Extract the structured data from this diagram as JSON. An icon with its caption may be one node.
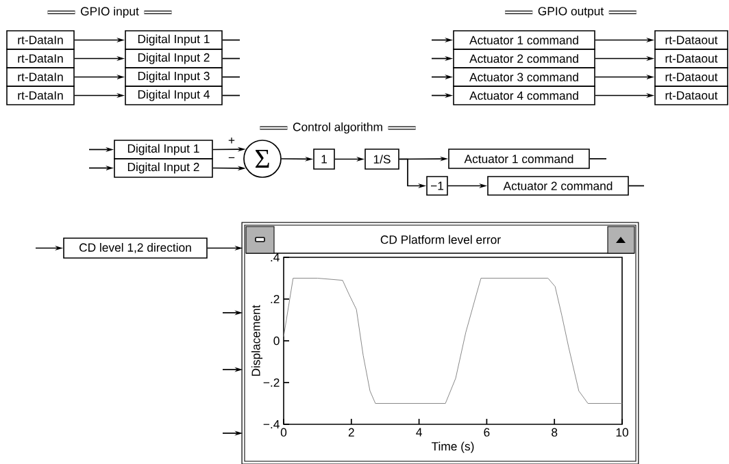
{
  "diagram": {
    "nodes": [
      {
        "text": [
          "rt-DataIn"
        ]
      },
      {
        "text": [
          "rt-DataIn"
        ]
      },
      {
        "text": [
          "rt-DataIn"
        ]
      },
      {
        "text": [
          "rt-DataIn"
        ]
      },
      {
        "text": [
          "Digital Input 1"
        ]
      },
      {
        "text": [
          "Digital Input 2"
        ]
      },
      {
        "text": [
          "Digital Input 3"
        ]
      },
      {
        "text": [
          "Digital Input 4"
        ]
      },
      {
        "text": [
          "Actuator 1 command"
        ]
      },
      {
        "text": [
          "Actuator 2 command"
        ]
      },
      {
        "text": [
          "Actuator 3 command"
        ]
      },
      {
        "text": [
          "Actuator 4 command"
        ]
      },
      {
        "text": [
          "rt-Dataout"
        ]
      },
      {
        "text": [
          "rt-Dataout"
        ]
      },
      {
        "text": [
          "rt-Dataout"
        ]
      },
      {
        "text": [
          "rt-Dataout"
        ]
      },
      {
        "text": [
          "Digital Input 1"
        ]
      },
      {
        "text": [
          "Digital Input 2"
        ]
      },
      {
        "text": [
          "Σ"
        ]
      },
      {
        "text": [
          "1"
        ]
      },
      {
        "text": [
          "1/S"
        ]
      },
      {
        "text": [
          "Actuator 1 command"
        ]
      },
      {
        "text": [
          "−1"
        ]
      },
      {
        "text": [
          "Actuator 2 command"
        ]
      },
      {
        "text": [
          "CD level 1,2 direction"
        ]
      },
      {
        "text": [
          "CD Platform level error"
        ]
      }
    ],
    "edges": [
      {
        "from": 0,
        "to": 4,
        "arrow": "to"
      },
      {
        "from": 1,
        "to": 5,
        "arrow": "to"
      },
      {
        "from": 2,
        "to": 6,
        "arrow": "to"
      },
      {
        "from": 3,
        "to": 7,
        "arrow": "to"
      },
      {
        "from": 4,
        "to": null,
        "arrow": "none"
      },
      {
        "from": 5,
        "to": null,
        "arrow": "none"
      },
      {
        "from": 6,
        "to": null,
        "arrow": "none"
      },
      {
        "from": 7,
        "to": null,
        "arrow": "none"
      },
      {
        "from": null,
        "to": 8,
        "arrow": "to"
      },
      {
        "from": null,
        "to": 9,
        "arrow": "to"
      },
      {
        "from": null,
        "to": 10,
        "arrow": "to"
      },
      {
        "from": null,
        "to": 11,
        "arrow": "to"
      },
      {
        "from": 8,
        "to": 12,
        "arrow": "to"
      },
      {
        "from": 9,
        "to": 13,
        "arrow": "to"
      },
      {
        "from": 10,
        "to": 14,
        "arrow": "to"
      },
      {
        "from": 11,
        "to": 15,
        "arrow": "to"
      },
      {
        "from": null,
        "to": 16,
        "arrow": "to"
      },
      {
        "from": null,
        "to": 17,
        "arrow": "to"
      },
      {
        "from": 16,
        "to": 18,
        "arrow": "to",
        "label": "+"
      },
      {
        "from": 17,
        "to": 18,
        "arrow": "to",
        "label": "−"
      },
      {
        "from": 18,
        "to": 19,
        "arrow": "to"
      },
      {
        "from": 19,
        "to": 20,
        "arrow": "to"
      },
      {
        "from": 20,
        "to": 21,
        "arrow": "to"
      },
      {
        "from": 20,
        "to": 22,
        "arrow": "to"
      },
      {
        "from": 22,
        "to": 23,
        "arrow": "to"
      },
      {
        "from": 21,
        "to": null,
        "arrow": "none"
      },
      {
        "from": 23,
        "to": null,
        "arrow": "none"
      },
      {
        "from": null,
        "to": 24,
        "arrow": "to"
      },
      {
        "from": 24,
        "to": 25,
        "arrow": "to"
      },
      {
        "from": null,
        "to": 25,
        "arrow": "to"
      },
      {
        "from": null,
        "to": 25,
        "arrow": "to"
      },
      {
        "from": null,
        "to": 25,
        "arrow": "to"
      }
    ],
    "labels": [
      "GPIO input",
      "GPIO output",
      "Control algorithm"
    ],
    "chart_data": {
      "type": "line",
      "xlabel": "Time (s)",
      "ylabel": "Displacement",
      "x": [
        0,
        0.28,
        1.0,
        1.74,
        1.94,
        2.15,
        2.35,
        2.55,
        2.71,
        3.5,
        4.78,
        5.08,
        5.38,
        5.69,
        5.83,
        7.0,
        7.81,
        8.02,
        8.22,
        8.42,
        8.72,
        8.99,
        10
      ],
      "series": [
        {
          "color": "#808080",
          "values": [
            0.02,
            0.3,
            0.3,
            0.29,
            0.22,
            0.15,
            -0.07,
            -0.24,
            -0.3,
            -0.3,
            -0.3,
            -0.18,
            0.04,
            0.22,
            0.3,
            0.3,
            0.3,
            0.26,
            0.12,
            -0.03,
            -0.24,
            -0.3,
            -0.3
          ]
        }
      ],
      "xlim": [
        0,
        10
      ],
      "ylim": [
        -0.4,
        0.4
      ],
      "xticks": [
        0,
        2,
        4,
        6,
        8,
        10
      ],
      "yticks": [
        {
          "value": 0.4,
          "label": ".4"
        },
        {
          "value": 0.2,
          "label": ".2"
        },
        {
          "value": 0,
          "label": "0"
        },
        {
          "value": -0.2,
          "label": "−.2"
        },
        {
          "value": -0.4,
          "label": "−.4"
        }
      ]
    }
  }
}
